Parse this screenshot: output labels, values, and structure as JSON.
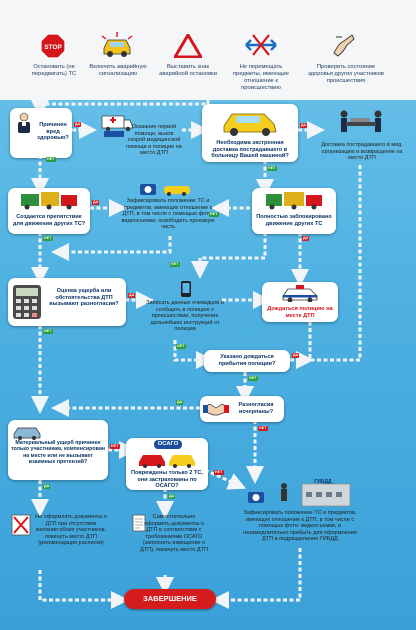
{
  "top": [
    {
      "label": "Остановить (не передвигать) ТС",
      "icon": "stop-sign-icon",
      "color": "#d6161d"
    },
    {
      "label": "Включить аварийную сигнализацию",
      "icon": "hazard-car-icon",
      "color": "#f3c21c"
    },
    {
      "label": "Выставить знак аварийной остановки",
      "icon": "warning-triangle-icon",
      "color": "#d6161d"
    },
    {
      "label": "Не перемещать предметы, имеющие отношение к происшествию",
      "icon": "no-move-arrows-icon",
      "color": "#1a6fc0"
    },
    {
      "label": "Проверить состояние здоровья других участников происшествия",
      "icon": "pulse-check-icon",
      "color": "#333333"
    }
  ],
  "nodes": {
    "harm": "Причинен вред здоровью?",
    "first_aid": "Оказание первой помощи, вызов скорой медицинской помощи и полиции на место ДТП",
    "transport": "Необходима экстренная доставка пострадавшего в больницу Вашей машиной?",
    "deliver": "Доставка пострадавшего в мед. организацию и возвращение на место ДТП",
    "obstacle": "Создается препятствие для движения других ТС?",
    "record1": "Зафиксировать положение ТС и предметов, имеющих отношение к ДТП, в том числе с помощью фото- видеосъемки, освободить проезжую часть",
    "blocked": "Полностью заблокировано движение других ТС",
    "damage": "Оценка ущерба или обстоятельства ДТП вызывают разногласия?",
    "witnesses": "Записать данные очевидцев и сообщить в полицию о происшествии, получение дальнейших инструкций от полиции",
    "wait_police": "Дождаться полицию на месте ДТП",
    "told_wait": "Указано дождаться прибытия полиции?",
    "settled": "Разногласия исчерпаны?",
    "material": "Материальный ущерб причинен только участникам, компенсирован на месте или не вызывает взаимных претензий?",
    "osago_badge": "ОСАГО",
    "two_cars": "Повреждены только 2 ТС, они застрахованы по ОСАГО?",
    "no_docs": "Не оформлять документы о ДТП при отсутствии желания обоих участников, покинуть место ДТП (рекомендация расписки)",
    "self_docs": "Самостоятельно оформить документы о ДТП в соответствии с требованиями ОСАГО (заполнить извещение о ДТП), покинуть место ДТП",
    "gibdd_sign": "ГИБДД",
    "record2": "Зафиксировать положение ТС и предметов, имеющих отношение к ДТП, в том числе с помощью фото- видеосъемки, и незамедлительно прибыть для оформления ДТП в подразделение ГИБДД",
    "finish": "ЗАВЕРШЕНИЕ"
  },
  "yes": "ДА",
  "no": "НЕТ",
  "colors": {
    "arrow": "#e9eef3",
    "red": "#d51c1c",
    "navy": "#0b3566"
  }
}
